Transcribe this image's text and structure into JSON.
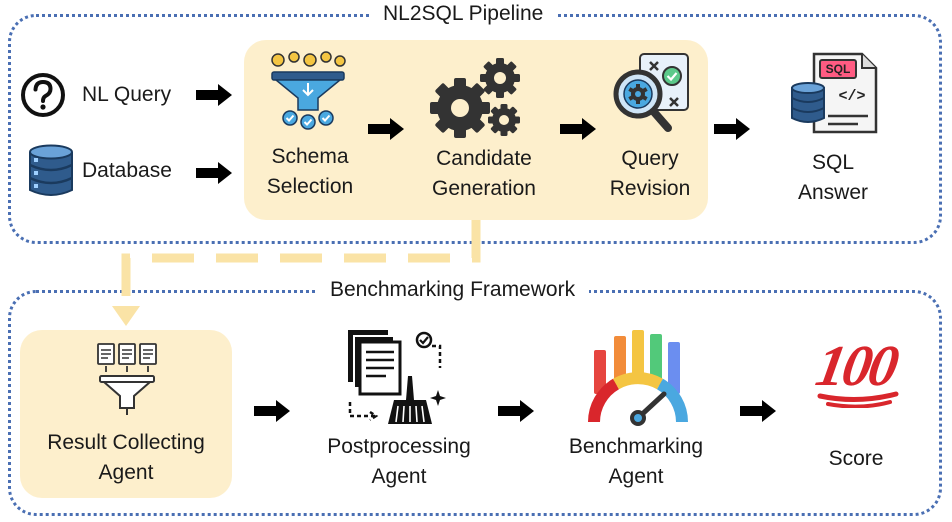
{
  "pipeline": {
    "title": "NL2SQL Pipeline",
    "inputs": [
      {
        "label": "NL Query",
        "icon": "question-icon"
      },
      {
        "label": "Database",
        "icon": "database-icon"
      }
    ],
    "stages": [
      {
        "line1": "Schema",
        "line2": "Selection",
        "icon": "funnel-icon"
      },
      {
        "line1": "Candidate",
        "line2": "Generation",
        "icon": "gears-icon"
      },
      {
        "line1": "Query",
        "line2": "Revision",
        "icon": "magnifier-icon"
      }
    ],
    "output": {
      "line1": "SQL",
      "line2": "Answer",
      "icon": "sql-document-icon",
      "badge": "SQL",
      "code": "</>"
    }
  },
  "framework": {
    "title": "Benchmarking Framework",
    "stages": [
      {
        "line1": "Result Collecting",
        "line2": "Agent",
        "icon": "documents-funnel-icon"
      },
      {
        "line1": "Postprocessing",
        "line2": "Agent",
        "icon": "cleanup-icon"
      },
      {
        "line1": "Benchmarking",
        "line2": "Agent",
        "icon": "gauge-icon"
      }
    ],
    "output": {
      "label": "Score",
      "icon": "hundred-points-icon",
      "glyph": "100"
    }
  },
  "colors": {
    "panel_border": "#4a6fb3",
    "highlight": "#fdefcc",
    "connector": "#fae3a6",
    "arrow": "#000000",
    "accent_blue": "#4aa8e0",
    "accent_yellow": "#f4c542",
    "score_red": "#d9262c"
  }
}
